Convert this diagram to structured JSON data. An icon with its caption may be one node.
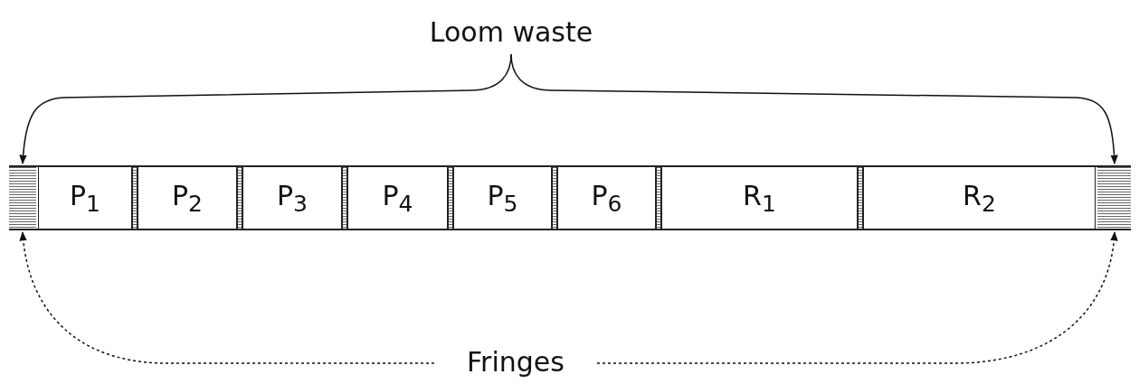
{
  "diagram": {
    "nodes": [
      {
        "text": [
          "Loom waste"
        ]
      },
      {
        "text": [],
        "shape": "bar"
      },
      {
        "text": [],
        "shape": "box",
        "in": 1
      },
      {
        "text": [
          "P$_{1}$"
        ],
        "in": 1
      },
      {
        "text": [
          "P$_{2}$"
        ],
        "in": 1
      },
      {
        "text": [
          "P$_{3}$"
        ],
        "in": 1
      },
      {
        "text": [
          "P$_{4}$"
        ],
        "in": 1
      },
      {
        "text": [
          "P$_{5}$"
        ],
        "in": 1
      },
      {
        "text": [
          "P$_{6}$"
        ],
        "in": 1
      },
      {
        "text": [
          "R$_{1}$"
        ],
        "in": 1
      },
      {
        "text": [
          "R$_{2}$"
        ],
        "in": 1
      },
      {
        "text": [],
        "shape": "box",
        "in": 1
      },
      {
        "text": [
          "Fringes"
        ]
      }
    ],
    "edges": [
      {
        "from": 0,
        "to": 2,
        "arrow": "to"
      },
      {
        "from": 0,
        "to": 11,
        "arrow": "to"
      },
      {
        "from": 12,
        "to": 2,
        "arrow": "to",
        "style": "dashed"
      },
      {
        "from": 12,
        "to": 11,
        "arrow": "to",
        "style": "dashed"
      }
    ]
  }
}
